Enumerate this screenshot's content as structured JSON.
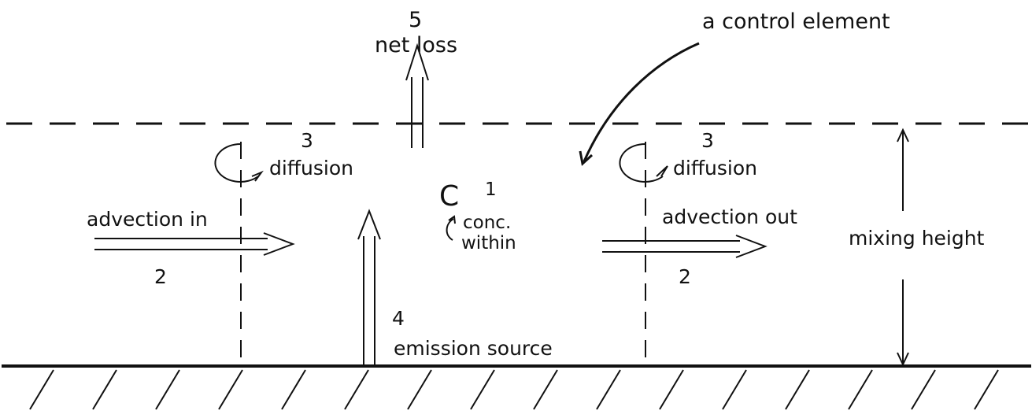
{
  "labels": {
    "net_loss_number": "5",
    "net_loss": "net loss",
    "control_element": "a control element",
    "diffusion_left_number": "3",
    "diffusion_left": "diffusion",
    "diffusion_right_number": "3",
    "diffusion_right": "diffusion",
    "conc_symbol": "C",
    "conc_number": "1",
    "conc_line1": "conc.",
    "conc_line2": "within",
    "advection_in": "advection in",
    "advection_in_number": "2",
    "advection_out": "advection out",
    "advection_out_number": "2",
    "mixing_height": "mixing height",
    "emission_number": "4",
    "emission_source": "emission source"
  }
}
